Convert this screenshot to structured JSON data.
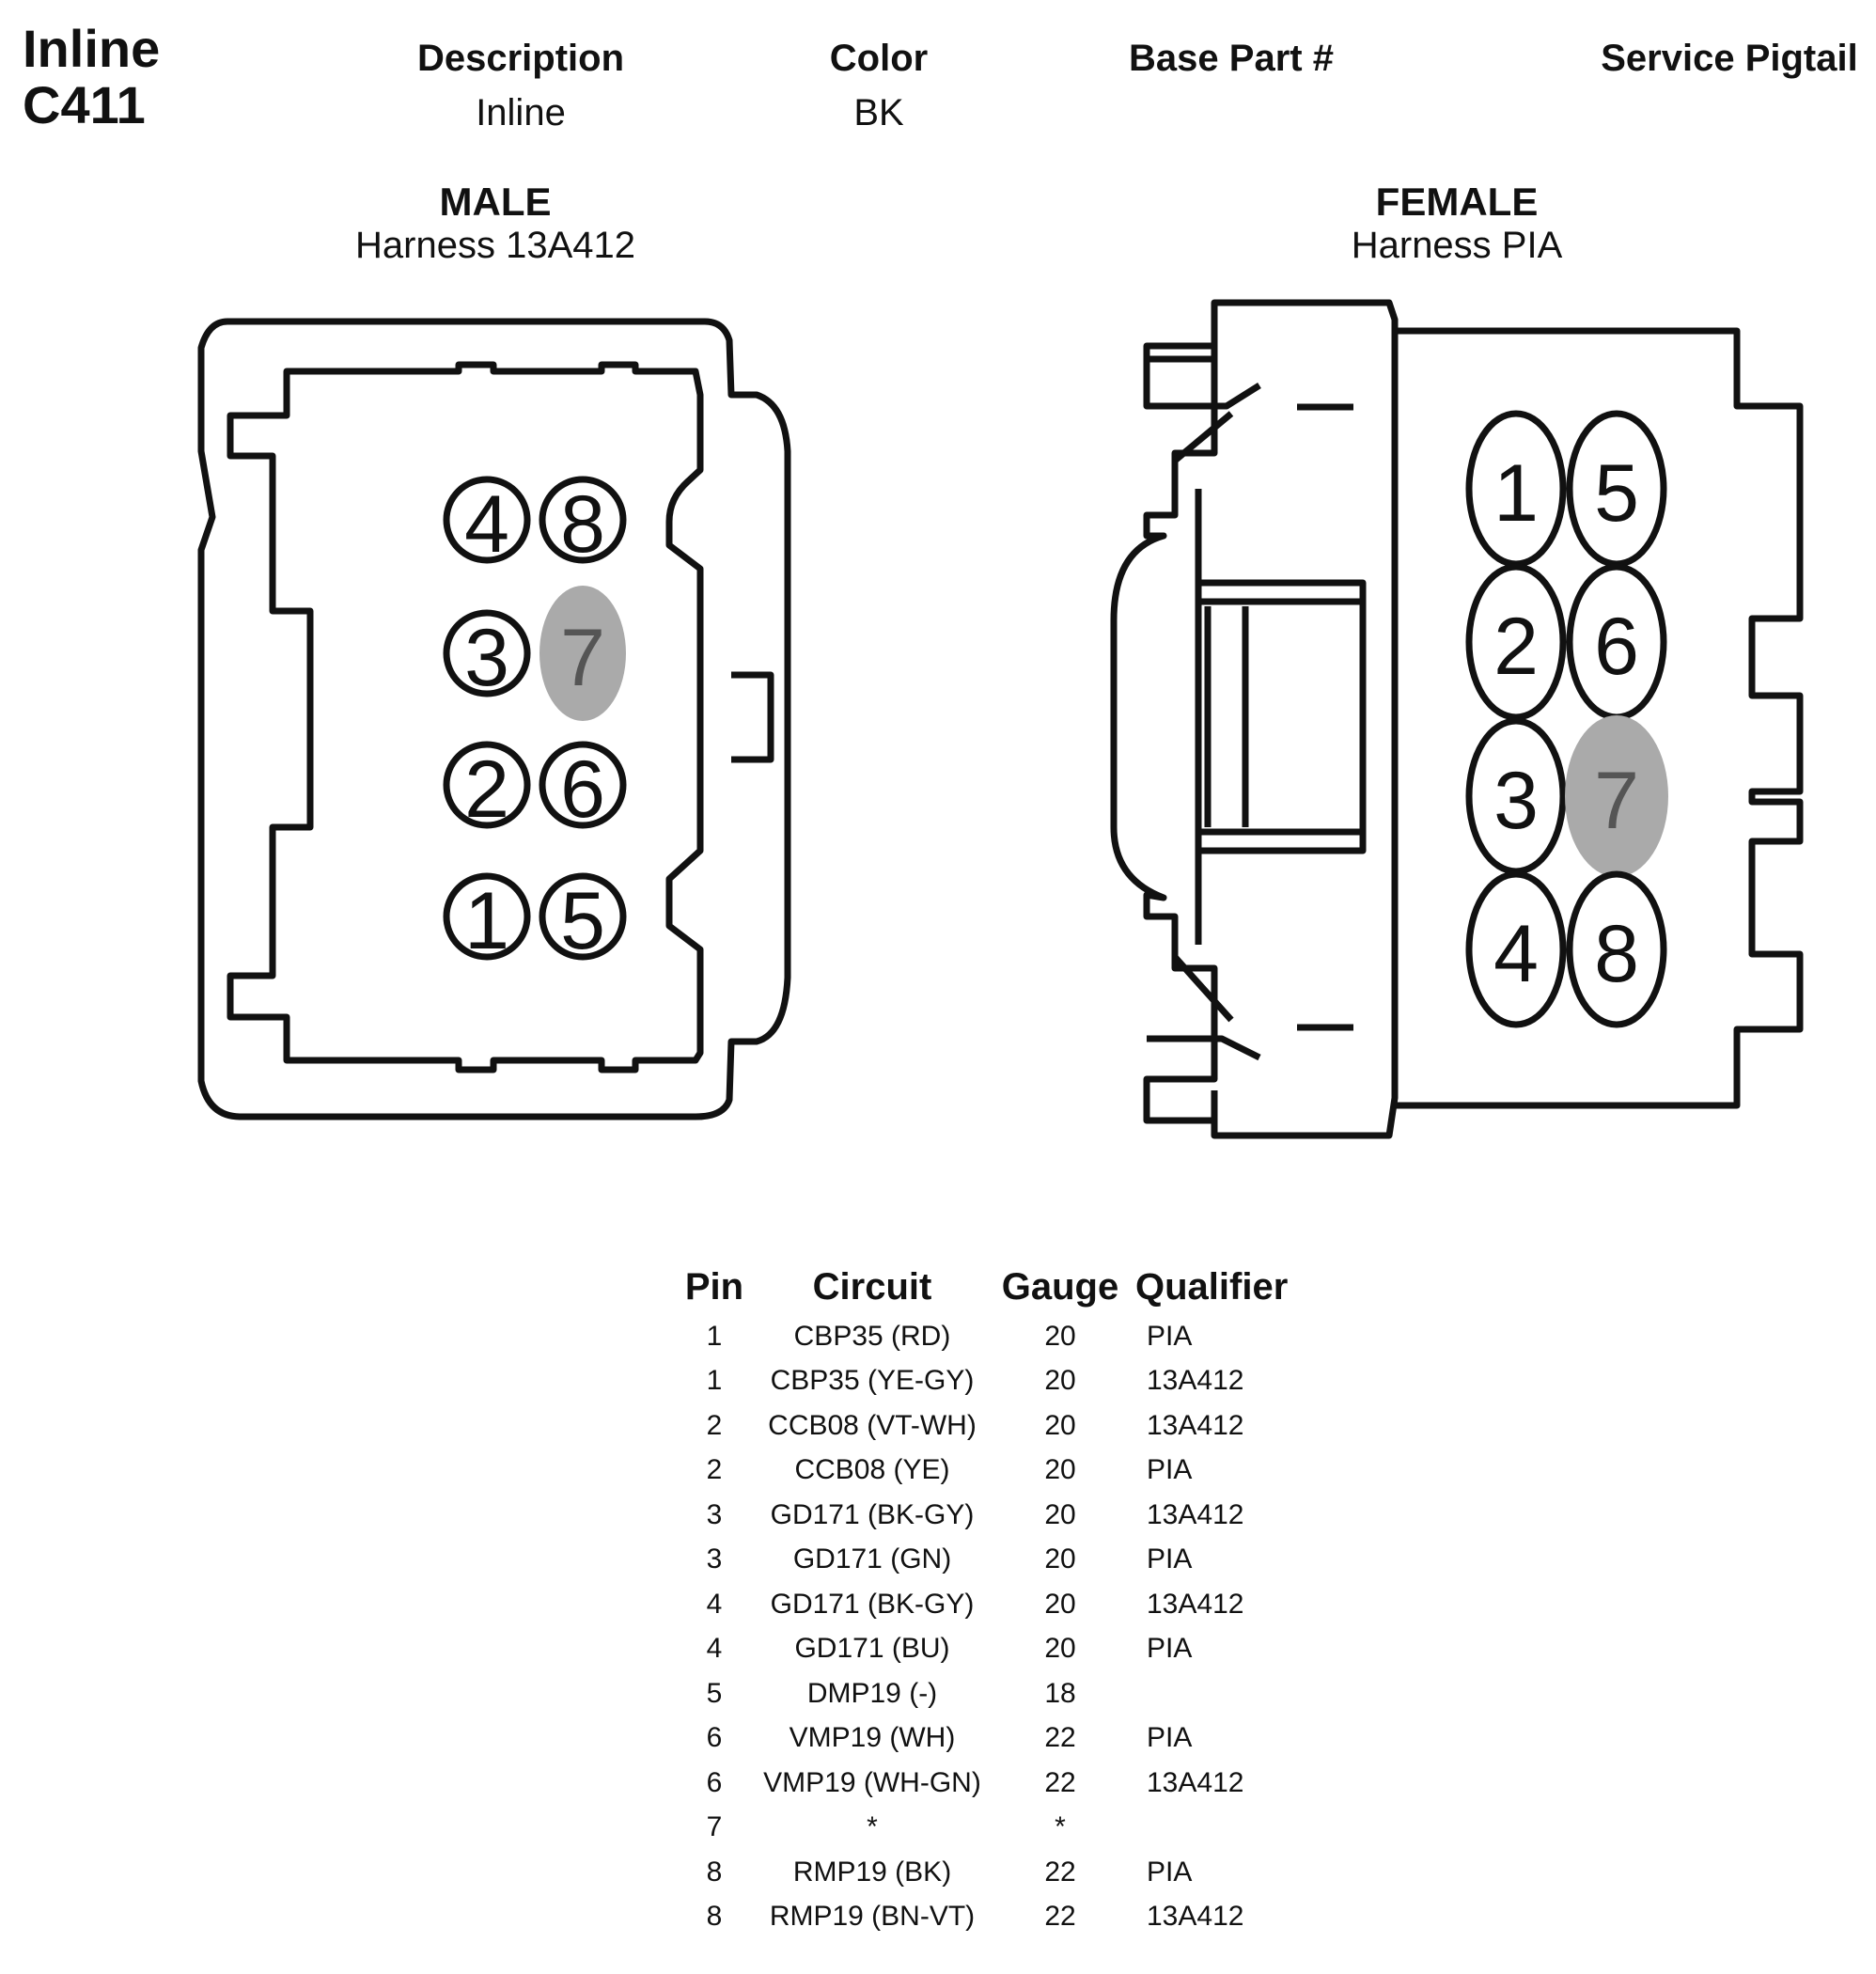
{
  "header": {
    "connector_type": "Inline",
    "connector_id": "C411",
    "columns": [
      {
        "label": "Description",
        "value": "Inline"
      },
      {
        "label": "Color",
        "value": "BK"
      },
      {
        "label": "Base Part #",
        "value": ""
      },
      {
        "label": "Service Pigtail",
        "value": ""
      }
    ]
  },
  "male": {
    "title": "MALE",
    "harness": "Harness 13A412"
  },
  "female": {
    "title": "FEMALE",
    "harness": "Harness PIA"
  },
  "male_pins": [
    "4",
    "8",
    "3",
    "7",
    "2",
    "6",
    "1",
    "5"
  ],
  "female_pins": [
    "1",
    "5",
    "2",
    "6",
    "3",
    "7",
    "4",
    "8"
  ],
  "highlight_color": "#aaaaaa",
  "pin_table": {
    "headers": [
      "Pin",
      "Circuit",
      "Gauge",
      "Qualifier"
    ],
    "rows": [
      {
        "pin": "1",
        "circuit": "CBP35 (RD)",
        "gauge": "20",
        "qualifier": "PIA"
      },
      {
        "pin": "1",
        "circuit": "CBP35 (YE-GY)",
        "gauge": "20",
        "qualifier": "13A412"
      },
      {
        "pin": "2",
        "circuit": "CCB08 (VT-WH)",
        "gauge": "20",
        "qualifier": "13A412"
      },
      {
        "pin": "2",
        "circuit": "CCB08 (YE)",
        "gauge": "20",
        "qualifier": "PIA"
      },
      {
        "pin": "3",
        "circuit": "GD171 (BK-GY)",
        "gauge": "20",
        "qualifier": "13A412"
      },
      {
        "pin": "3",
        "circuit": "GD171 (GN)",
        "gauge": "20",
        "qualifier": "PIA"
      },
      {
        "pin": "4",
        "circuit": "GD171 (BK-GY)",
        "gauge": "20",
        "qualifier": "13A412"
      },
      {
        "pin": "4",
        "circuit": "GD171 (BU)",
        "gauge": "20",
        "qualifier": "PIA"
      },
      {
        "pin": "5",
        "circuit": "DMP19 (-)",
        "gauge": "18",
        "qualifier": ""
      },
      {
        "pin": "6",
        "circuit": "VMP19 (WH)",
        "gauge": "22",
        "qualifier": "PIA"
      },
      {
        "pin": "6",
        "circuit": "VMP19 (WH-GN)",
        "gauge": "22",
        "qualifier": "13A412"
      },
      {
        "pin": "7",
        "circuit": "*",
        "gauge": "*",
        "qualifier": ""
      },
      {
        "pin": "8",
        "circuit": "RMP19 (BK)",
        "gauge": "22",
        "qualifier": "PIA"
      },
      {
        "pin": "8",
        "circuit": "RMP19 (BN-VT)",
        "gauge": "22",
        "qualifier": "13A412"
      }
    ]
  }
}
